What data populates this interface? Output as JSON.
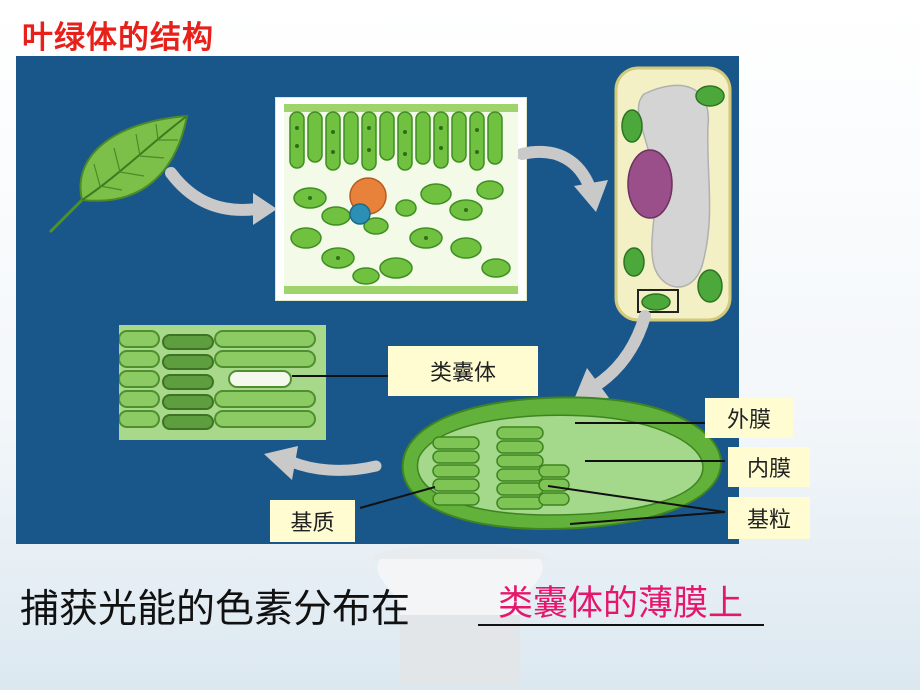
{
  "title": "叶绿体的结构",
  "labels": {
    "thylakoid": "类囊体",
    "outer_membrane": "外膜",
    "inner_membrane": "内膜",
    "grana": "基粒",
    "stroma": "基质"
  },
  "question": {
    "text": "捕获光能的色素分布在",
    "answer": "类囊体的薄膜上"
  },
  "colors": {
    "title": "#e8201a",
    "panel": "#19578a",
    "answer": "#e5176d",
    "label_bg": "#fefcd0"
  }
}
